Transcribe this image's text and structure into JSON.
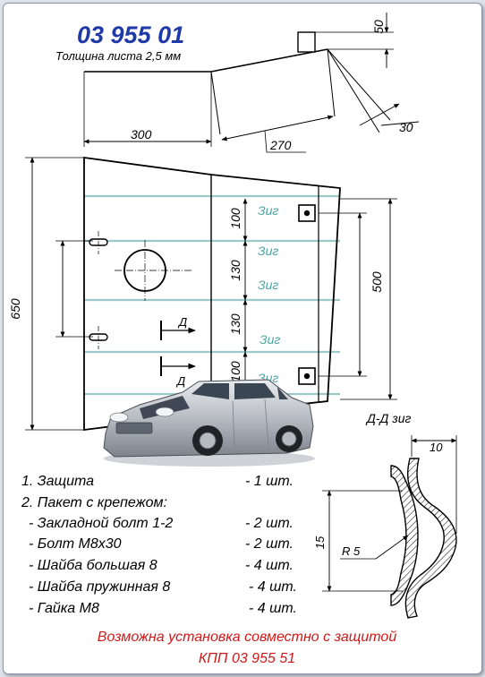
{
  "header": {
    "part_number": "03 955 01",
    "thickness": "Толщина листа 2,5 мм"
  },
  "dimensions": {
    "d50": "50",
    "d30": "30",
    "d300": "300",
    "d270": "270",
    "d650": "650",
    "d500": "500",
    "d100a": "100",
    "d130a": "130",
    "d130b": "130",
    "d100b": "100",
    "d10": "10",
    "d15": "15",
    "r5": "R 5"
  },
  "plate_labels": {
    "zig1": "Зиг",
    "zig2": "Зиг",
    "zig3": "Зиг",
    "zig4": "Зиг",
    "zig5": "Зиг",
    "section_d1": "Д",
    "section_d2": "Д"
  },
  "section_title": "Д-Д зиг",
  "parts_list": [
    {
      "name": "1. Защита",
      "qty": "- 1 шт."
    },
    {
      "name": "2. Пакет с крепежом:",
      "qty": ""
    },
    {
      "name": "- Закладной болт 1-2",
      "qty": "- 2 шт."
    },
    {
      "name": "- Болт М8х30",
      "qty": "- 2 шт."
    },
    {
      "name": "- Шайба большая 8",
      "qty": "- 4 шт."
    },
    {
      "name": "- Шайба пружинная 8",
      "qty": "- 4 шт."
    },
    {
      "name": "- Гайка М8",
      "qty": "- 4 шт."
    }
  ],
  "footer": {
    "note_line1": "Возможна установка совместно с защитой",
    "note_line2": "КПП  03 955 51"
  },
  "colors": {
    "title_blue": "#1f3aa8",
    "zig_teal": "#4aa3a3",
    "footer_red": "#d01818"
  },
  "icons": [
    "car-image"
  ]
}
